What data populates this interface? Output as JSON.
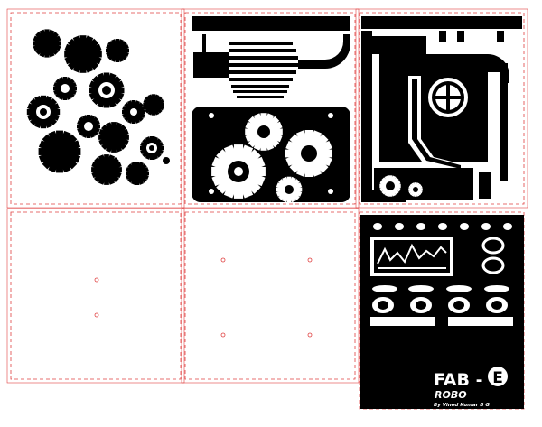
{
  "sheet": {
    "panels": [
      {
        "id": "gears-cluster",
        "art": "gear-cluster-icon"
      },
      {
        "id": "gearbox-engine",
        "art": "gearbox-icon"
      },
      {
        "id": "pipes-boiler",
        "art": "pipework-icon"
      },
      {
        "id": "blank-panel-1",
        "holes": 2
      },
      {
        "id": "blank-panel-2",
        "holes": 4
      },
      {
        "id": "control-panel",
        "art": "control-panel-icon"
      }
    ],
    "credit": {
      "title": "FAB - ",
      "badge": "E",
      "subtitle": "ROBO",
      "author": "By Vinod Kumar B G"
    },
    "colors": {
      "cut_line": "#e04040",
      "engrave": "#000000",
      "sheet": "#ffffff"
    }
  }
}
